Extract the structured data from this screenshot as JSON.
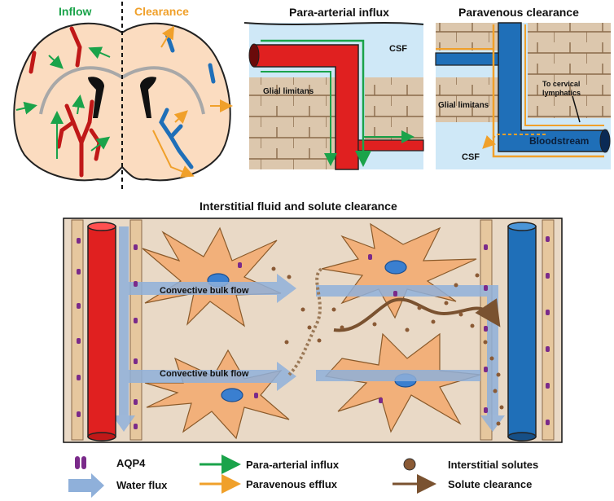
{
  "brain": {
    "inflow_label": "Inflow",
    "clearance_label": "Clearance",
    "colors": {
      "inflow": "#1aa34a",
      "clearance": "#f0a02a",
      "tissue": "#fbdcc0"
    }
  },
  "para_arterial": {
    "title": "Para-arterial influx",
    "csf_label": "CSF",
    "glial_label": "Glial limitans"
  },
  "paravenous": {
    "title": "Paravenous clearance",
    "glial_label": "Glial limitans",
    "lymph_label_1": "To cervical",
    "lymph_label_2": "lymphatics",
    "bloodstream_label": "Bloodstream",
    "csf_label": "CSF"
  },
  "interstitial": {
    "title": "Interstitial fluid and solute clearance",
    "flow_label_top": "Convective bulk flow",
    "flow_label_bottom": "Convective bulk flow"
  },
  "legend": {
    "aqp4": "AQP4",
    "water_flux": "Water flux",
    "para_arterial_influx": "Para-arterial influx",
    "paravenous_efflux": "Paravenous efflux",
    "interstitial_solutes": "Interstitial solutes",
    "solute_clearance": "Solute clearance"
  },
  "colors": {
    "artery": "#e02020",
    "vein": "#1f6fb8",
    "csf": "#cfe8f7",
    "astrocyte": "#f2b07a",
    "nucleus": "#3a7fd0",
    "aqp4": "#7a2a8a",
    "water": "#8fb0da",
    "solute": "#7a5230",
    "tissue_bg": "#e9d9c6"
  }
}
